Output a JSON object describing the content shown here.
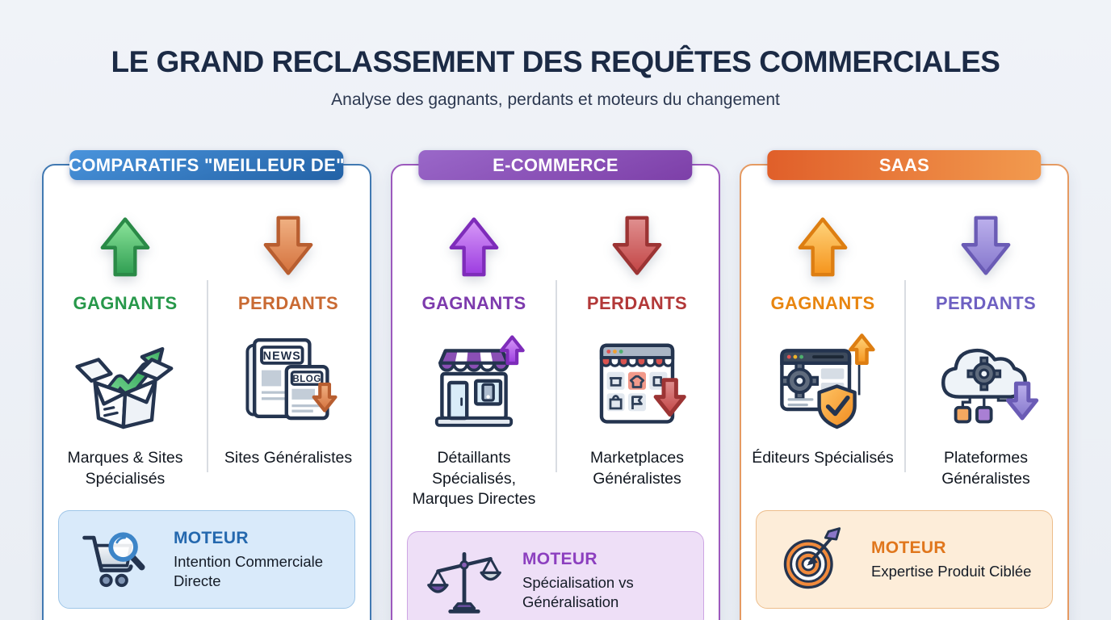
{
  "page": {
    "title": "LE GRAND RECLASSEMENT DES REQUÊTES COMMERCIALES",
    "subtitle": "Analyse des gagnants, perdants et moteurs du changement"
  },
  "cards": [
    {
      "header": "COMPARATIFS \"MEILLEUR DE\"",
      "colors": {
        "accent": "#2f6cab",
        "winners": "#27984a",
        "losers": "#c96a33"
      },
      "winners": {
        "label": "GAGNANTS",
        "caption": "Marques & Sites Spécialisés",
        "icon": "open-box-growth-icon"
      },
      "losers": {
        "label": "PERDANTS",
        "caption": "Sites Généralistes",
        "icon": "news-blog-decline-icon",
        "icon_texts": {
          "news": "NEWS",
          "blog": "BLOG"
        }
      },
      "driver": {
        "label": "MOTEUR",
        "text": "Intention Commerciale Directe",
        "icon": "cart-magnifier-icon"
      }
    },
    {
      "header": "E-COMMERCE",
      "colors": {
        "accent": "#8a4cb3",
        "winners": "#7d3aad",
        "losers": "#b23838"
      },
      "winners": {
        "label": "GAGNANTS",
        "caption": "Détaillants Spécialisés, Marques Directes",
        "icon": "storefront-up-icon"
      },
      "losers": {
        "label": "PERDANTS",
        "caption": "Marketplaces Généralistes",
        "icon": "marketplace-down-icon"
      },
      "driver": {
        "label": "MOTEUR",
        "text": "Spécialisation vs Généralisation",
        "icon": "balance-scale-icon"
      }
    },
    {
      "header": "SAAS",
      "colors": {
        "accent": "#e0793a",
        "winners": "#e8850f",
        "losers": "#6e60c2"
      },
      "winners": {
        "label": "GAGNANTS",
        "caption": "Éditeurs Spécialisés",
        "icon": "software-shield-up-icon"
      },
      "losers": {
        "label": "PERDANTS",
        "caption": "Plateformes Généralistes",
        "icon": "cloud-platform-down-icon"
      },
      "driver": {
        "label": "MOTEUR",
        "text": "Expertise Produit Ciblée",
        "icon": "target-dart-icon"
      }
    }
  ]
}
